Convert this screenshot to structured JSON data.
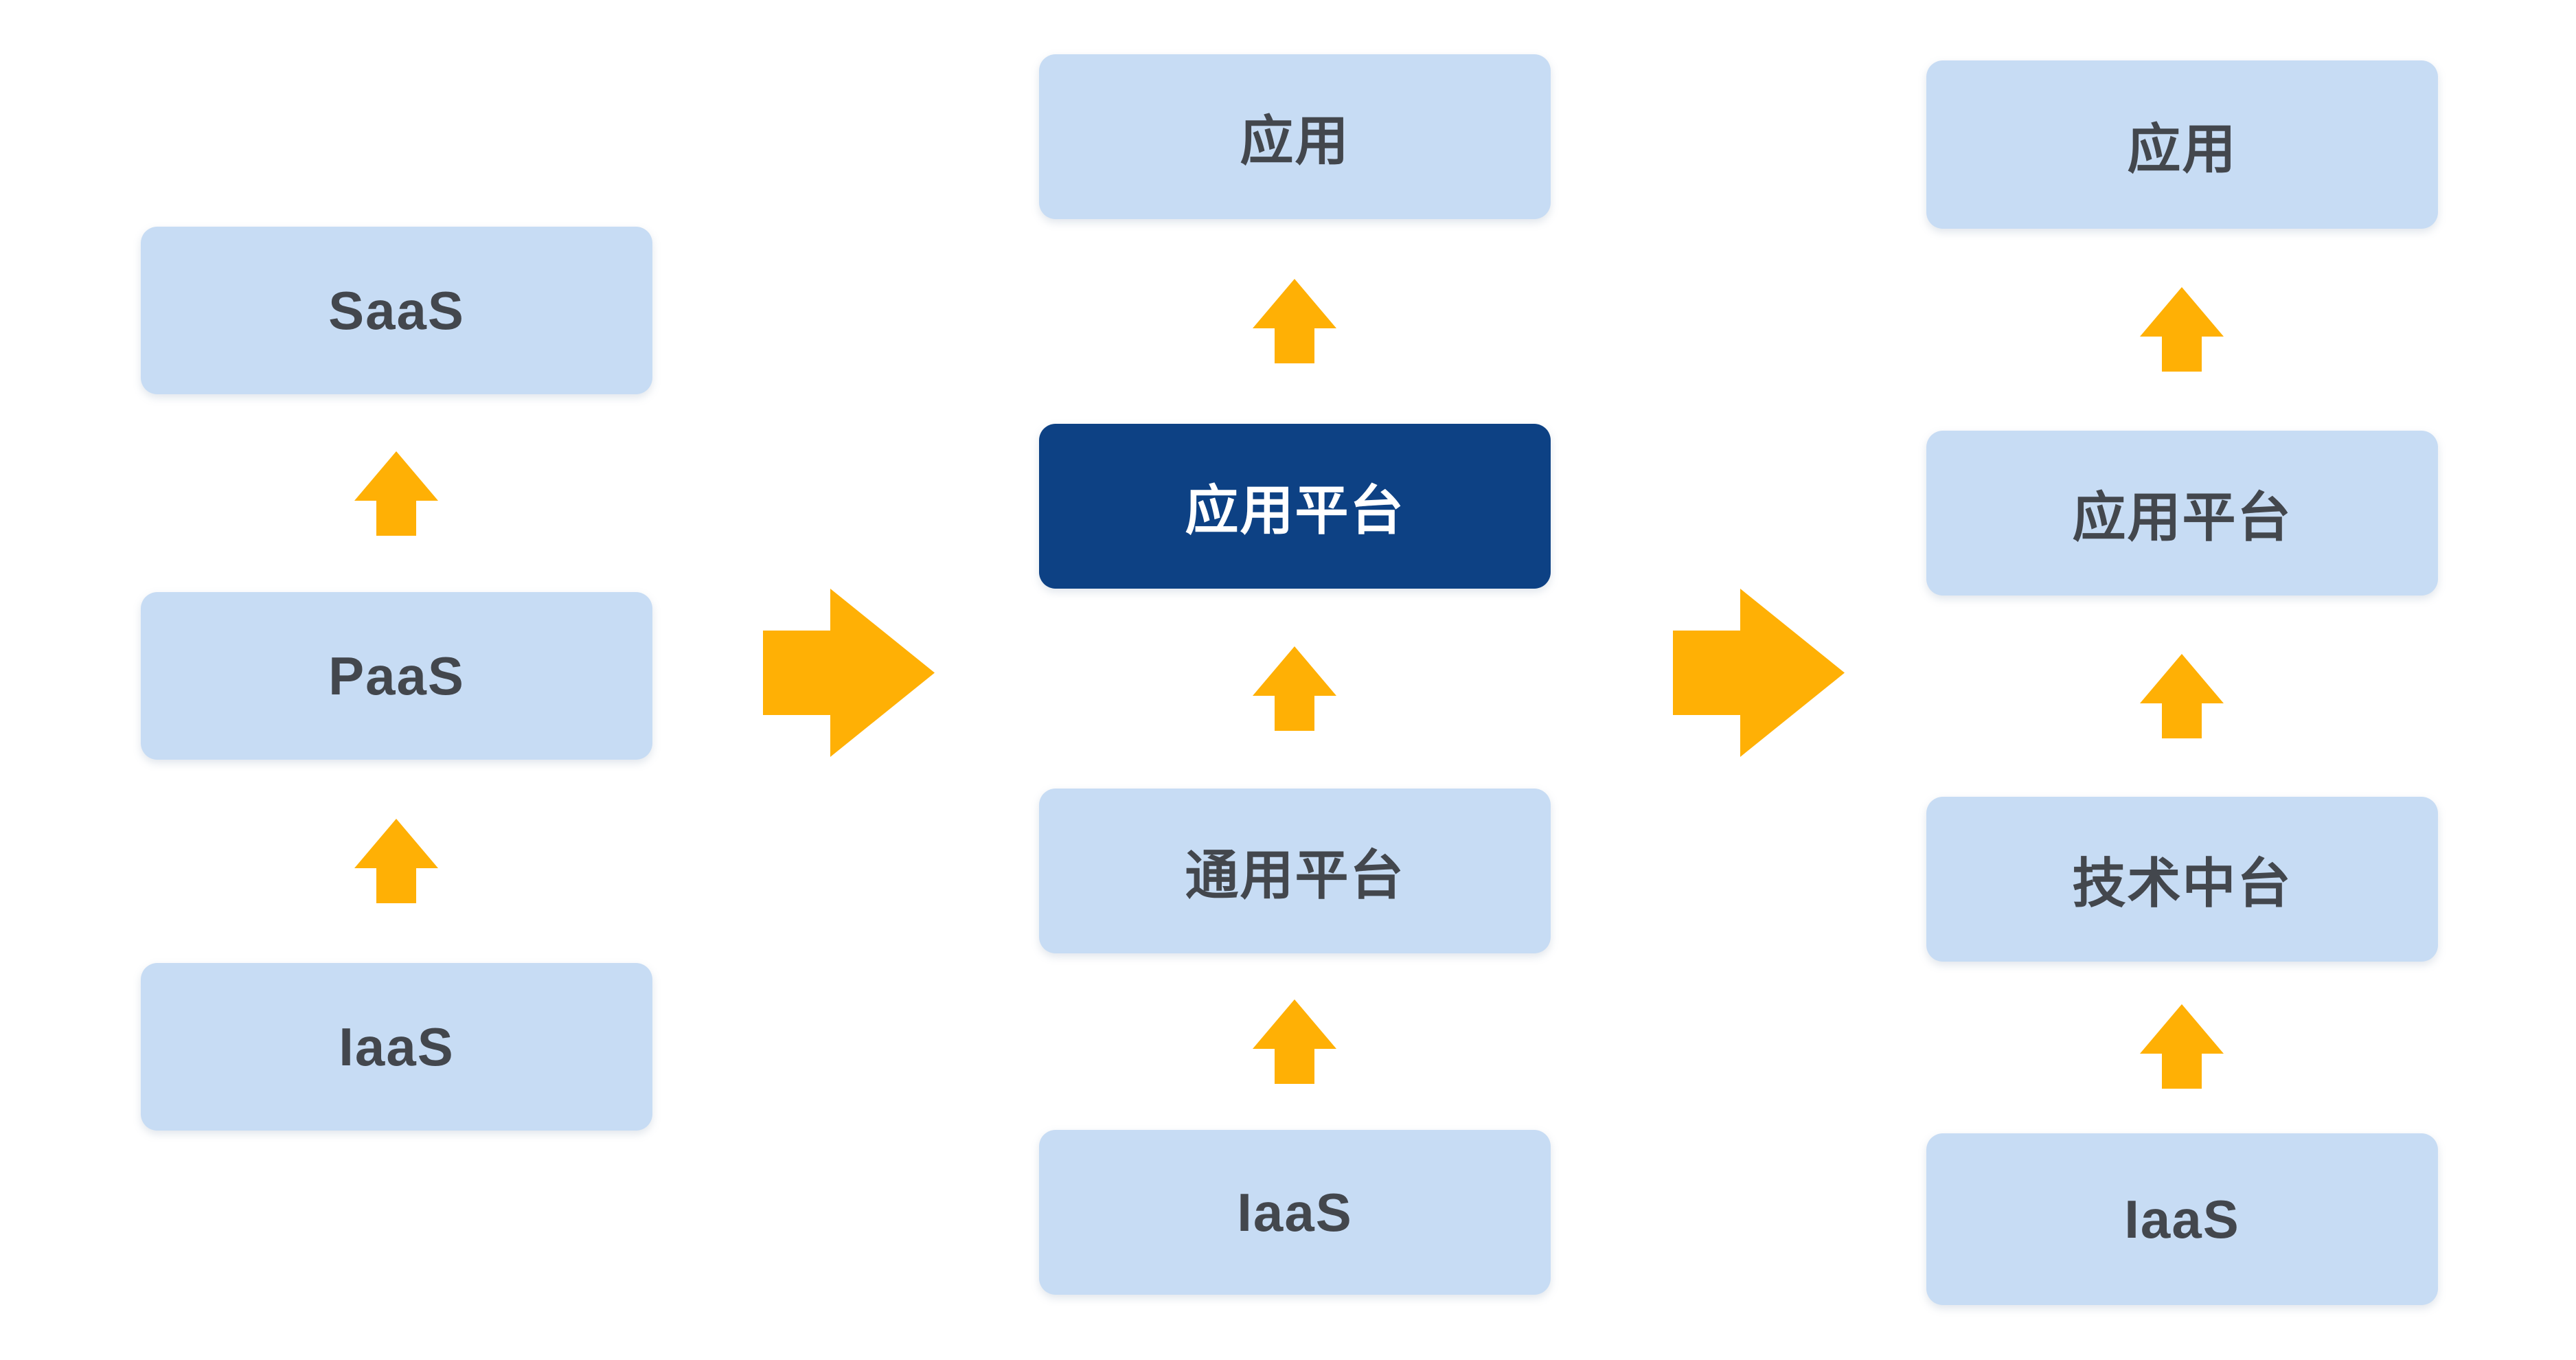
{
  "diagram_title": "",
  "colors": {
    "background": "#FFFFFF",
    "box_light": "#C7DCF4",
    "box_dark": "#0D4184",
    "arrow": "#FFB005",
    "text": "#43474D",
    "text_on_dark": "#FFFFFF"
  },
  "columns": [
    {
      "id": "cloud-stack",
      "boxes": [
        {
          "label": "SaaS",
          "style": "light"
        },
        {
          "label": "PaaS",
          "style": "light"
        },
        {
          "label": "IaaS",
          "style": "light"
        }
      ]
    },
    {
      "id": "platform-stack",
      "boxes": [
        {
          "label": "应用",
          "style": "light"
        },
        {
          "label": "应用平台",
          "style": "dark"
        },
        {
          "label": "通用平台",
          "style": "light"
        },
        {
          "label": "IaaS",
          "style": "light"
        }
      ]
    },
    {
      "id": "middle-platform-stack",
      "boxes": [
        {
          "label": "应用",
          "style": "light"
        },
        {
          "label": "应用平台",
          "style": "light"
        },
        {
          "label": "技术中台",
          "style": "light"
        },
        {
          "label": "IaaS",
          "style": "light"
        }
      ]
    }
  ],
  "connectors": {
    "up_arrow_count": 8,
    "right_arrow_count": 2
  }
}
